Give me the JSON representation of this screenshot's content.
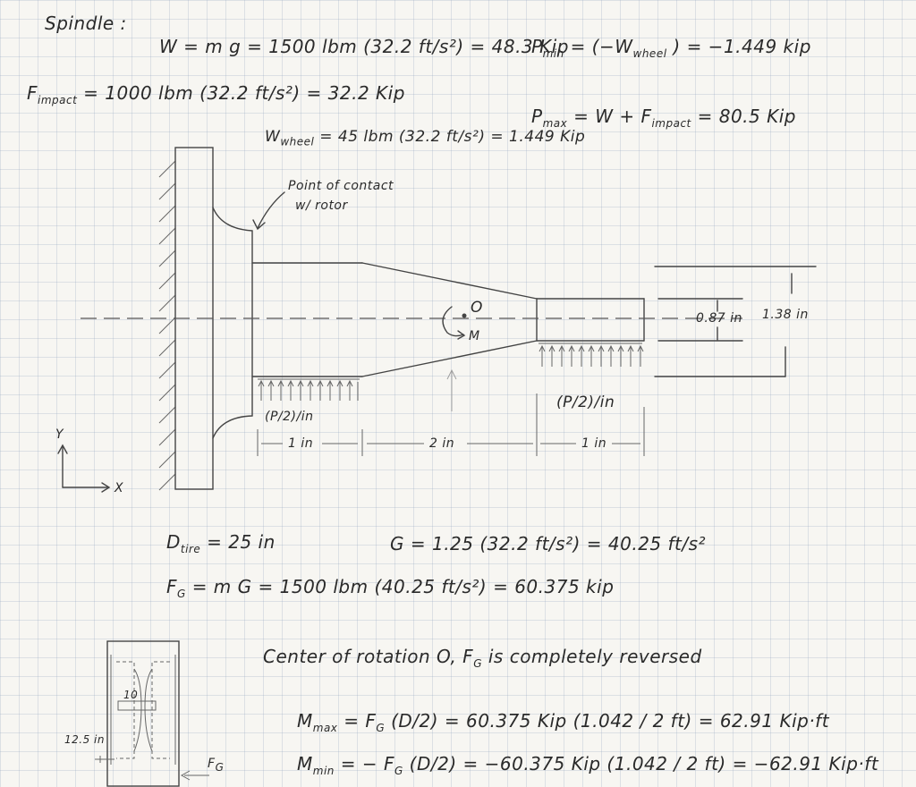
{
  "header": {
    "title": "Spindle :",
    "weight_eq": "W = m g = 1500 lbm (32.2 ft/s²) = 48.3 Kip",
    "impact_label": "F",
    "impact_sub": "impact",
    "impact_eq": "= 1000 lbm (32.2 ft/s²) = 32.2 Kip",
    "wheel_label": "W",
    "wheel_sub": "wheel",
    "wheel_eq": "= 45 lbm (32.2 ft/s²) = 1.449 Kip",
    "pmin_label": "P",
    "pmin_sub": "min",
    "pmin_eq": "= (−W",
    "pmin_eq_sub": "wheel",
    "pmin_eq_end": ") = −1.449 kip",
    "pmax_label": "P",
    "pmax_sub": "max",
    "pmax_eq": "= W + F",
    "pmax_eq_sub": "impact",
    "pmax_eq_end": "= 80.5 Kip"
  },
  "diagram": {
    "contact_note_1": "Point of contact",
    "contact_note_2": "w/ rotor",
    "point_label": "O",
    "moment_label": "M",
    "dim_small": "0.87 in",
    "dim_large": "1.38 in",
    "load_left": "(P/2)/in",
    "load_right": "(P/2)/in",
    "len_left": "1 in",
    "len_mid": "2 in",
    "len_right": "1 in",
    "axis_x": "X",
    "axis_y": "Y"
  },
  "calcs": {
    "dtire_label": "D",
    "dtire_sub": "tire",
    "dtire_eq": "= 25 in",
    "g_eq": "G = 1.25 (32.2 ft/s²) = 40.25 ft/s²",
    "fg_label": "F",
    "fg_sub": "G",
    "fg_eq": "= m G = 1500 lbm (40.25 ft/s²) = 60.375 kip",
    "note": "Center of rotation O, F",
    "note_sub": "G",
    "note_end": "is completely reversed",
    "mmax_label": "M",
    "mmax_sub": "max",
    "mmax_eq": "= F",
    "mmax_eq_sub": "G",
    "mmax_eq_end": "(D/2) = 60.375 Kip (1.042 / 2 ft) = 62.91 Kip·ft",
    "mmin_label": "M",
    "mmin_sub": "min",
    "mmin_eq": "= − F",
    "mmin_eq_sub": "G",
    "mmin_eq_end": "(D/2) = −60.375 Kip (1.042 / 2 ft) = −62.91 Kip·ft"
  },
  "wheel_sketch": {
    "dim": "12.5 in",
    "inner": "10",
    "force": "F",
    "force_sub": "G"
  }
}
